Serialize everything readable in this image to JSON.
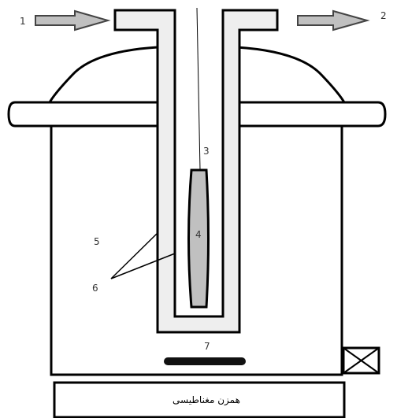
{
  "labels": {
    "l1": "1",
    "l2": "2",
    "l3": "3",
    "l4": "4",
    "l5": "5",
    "l6": "6",
    "l7": "7"
  },
  "stirrer_label": "همزن مغناطیسی",
  "colors": {
    "line": "#000000",
    "tube_fill": "#eeeeee",
    "sample_fill": "#c0c0c0",
    "arrow_fill": "#c0c0c0",
    "stir_bar": "#111111",
    "background": "#ffffff"
  }
}
